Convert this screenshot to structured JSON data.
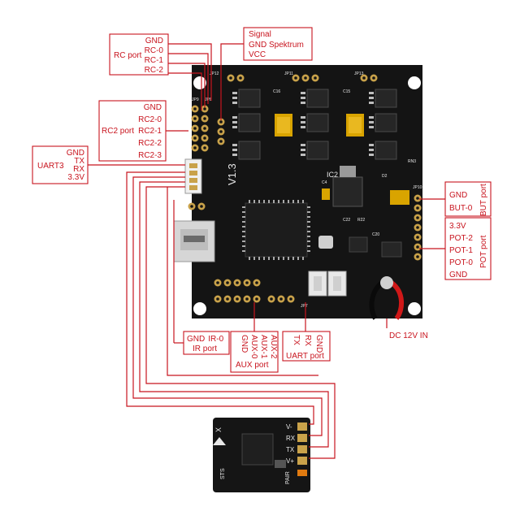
{
  "labels": {
    "rc_port": {
      "title": "RC port",
      "pins": [
        "GND",
        "RC-0",
        "RC-1",
        "RC-2"
      ]
    },
    "spektrum": {
      "pins": [
        "Signal",
        "GND  Spektrum",
        "VCC"
      ]
    },
    "rc2_port": {
      "title": "RC2 port",
      "pins": [
        "GND",
        "RC2-0",
        "RC2-1",
        "RC2-2",
        "RC2-3"
      ]
    },
    "uart3": {
      "title": "UART3",
      "pins": [
        "GND",
        "TX",
        "RX",
        "3.3V"
      ]
    },
    "but_port": {
      "title": "BUT port",
      "pins": [
        "GND",
        "BUT-0"
      ]
    },
    "pot_port": {
      "title": "POT port",
      "pins": [
        "3.3V",
        "POT-2",
        "POT-1",
        "POT-0",
        "GND"
      ]
    },
    "dc_in": {
      "text": "DC 12V IN"
    },
    "ir_port": {
      "title": "IR port",
      "pins": [
        "GND",
        "IR-0"
      ]
    },
    "aux_port": {
      "title": "AUX port",
      "pins": [
        "GND",
        "AUX-0",
        "AUX-1",
        "AUX-2"
      ]
    },
    "uart_port": {
      "title": "UART port",
      "pins": [
        "GND",
        "RX",
        "TX"
      ]
    }
  },
  "board_silk": {
    "version": "V1.3",
    "ic2": "IC2",
    "c_labels": [
      "C16",
      "C15",
      "C4",
      "C22",
      "R22",
      "C20",
      "D2",
      "RN3"
    ],
    "jp_labels": [
      "JP12",
      "JP11",
      "JP9",
      "JP8",
      "JP13",
      "JP7",
      "JP10"
    ]
  },
  "module_silk": {
    "pins": [
      "V-",
      "RX",
      "TX",
      "V+"
    ],
    "side": "PAIR",
    "sts": "STS",
    "x": "X"
  },
  "colors": {
    "label_red": "#c8141e",
    "pcb": "#141414",
    "gold": "#c9a24a"
  }
}
